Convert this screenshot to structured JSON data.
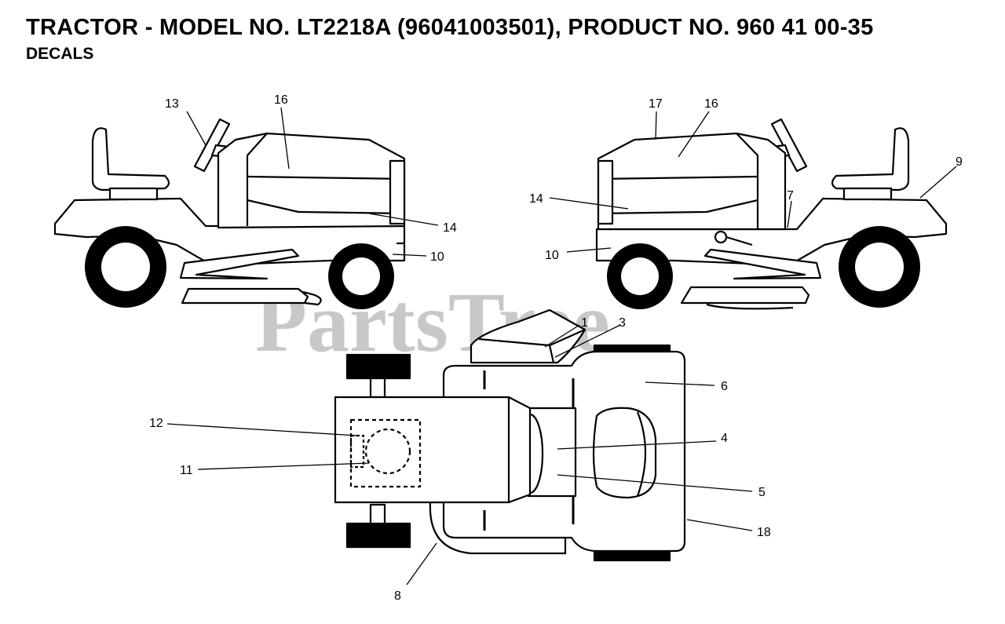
{
  "header": {
    "title": "TRACTOR - MODEL NO. LT2218A (96041003501), PRODUCT NO. 960 41 00-35",
    "subtitle": "DECALS"
  },
  "watermark": "PartsTree",
  "callouts": {
    "l13": "13",
    "l16a": "16",
    "l14a": "14",
    "l10a": "10",
    "l17": "17",
    "l16b": "16",
    "l9": "9",
    "l7": "7",
    "l14b": "14",
    "l10b": "10",
    "l1": "1",
    "l3": "3",
    "l6": "6",
    "l12": "12",
    "l11": "11",
    "l4": "4",
    "l5": "5",
    "l18": "18",
    "l8": "8"
  },
  "colors": {
    "line": "#000000",
    "watermark": "#c8c8c8",
    "background": "#ffffff"
  }
}
